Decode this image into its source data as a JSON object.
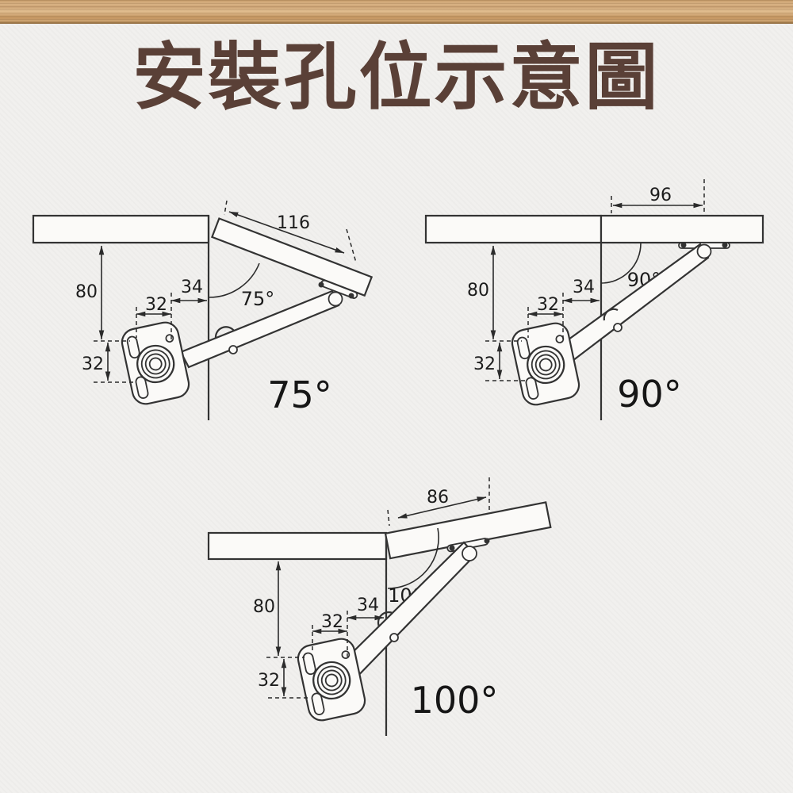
{
  "header": {
    "title": "安裝孔位示意圖"
  },
  "colors": {
    "title": "#5a4037",
    "line": "#333333",
    "background": "#f1f0ee",
    "wood": "#d2a876"
  },
  "diagrams": [
    {
      "name": "75-degree",
      "door_length": "116",
      "mount_height": "80",
      "edge_offset": "34",
      "hole_pitch_h": "32",
      "hole_pitch_v": "32",
      "angle": "75°",
      "angle_caption": "75°"
    },
    {
      "name": "90-degree",
      "door_length": "96",
      "mount_height": "80",
      "edge_offset": "34",
      "hole_pitch_h": "32",
      "hole_pitch_v": "32",
      "angle": "90°",
      "angle_caption": "90°"
    },
    {
      "name": "100-degree",
      "door_length": "86",
      "mount_height": "80",
      "edge_offset": "34",
      "hole_pitch_h": "32",
      "hole_pitch_v": "32",
      "angle": "100°",
      "angle_caption": "100°"
    }
  ]
}
